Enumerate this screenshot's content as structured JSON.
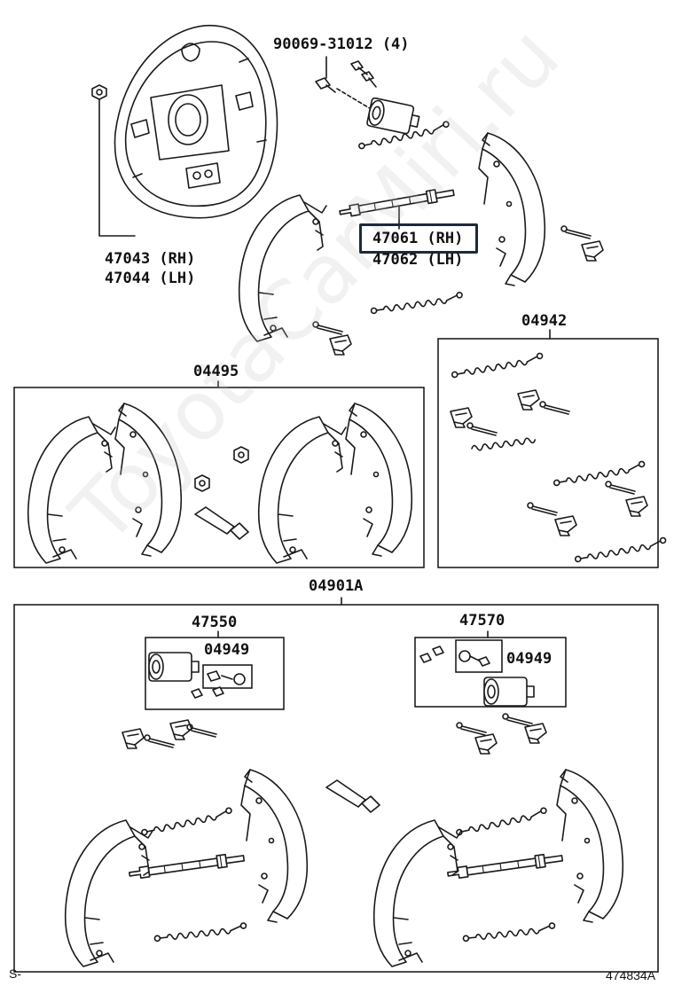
{
  "labels": {
    "bolt": "90069-31012 (4)",
    "plate_rh": "47043 (RH)",
    "plate_lh": "47044 (LH)",
    "adjuster_rh": "47061 (RH)",
    "adjuster_lh": "47062 (LH)",
    "kit_hardware": "04942",
    "kit_shoes": "04495",
    "kit_complete": "04901A",
    "cylinder_left": "47550",
    "cup_kit_left": "04949",
    "cylinder_right": "47570",
    "cup_kit_right": "04949"
  },
  "highlighted_part": "47061 (RH)",
  "highlight_color": "#1c2b3a",
  "footer": {
    "left": "S-",
    "right": "474834A"
  },
  "watermark": "ToyotaCarMiri.ru"
}
